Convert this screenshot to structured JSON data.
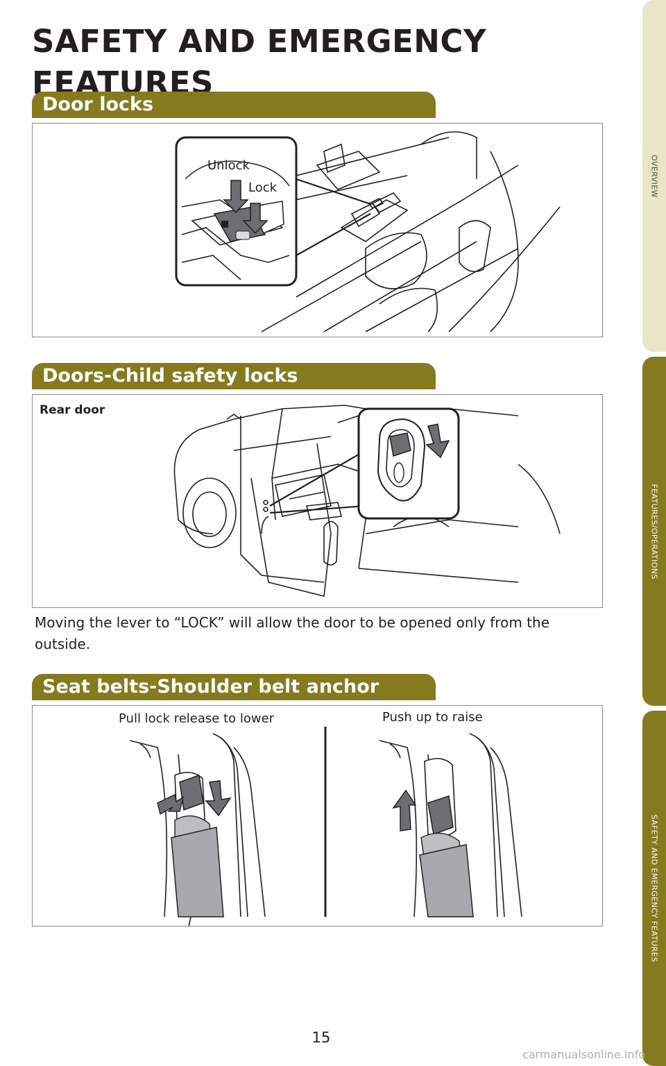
{
  "page": {
    "title": "SAFETY AND EMERGENCY FEATURES",
    "page_number": "15"
  },
  "sections": {
    "door_locks": {
      "header": "Door locks",
      "unlock_label": "Unlock",
      "lock_label": "Lock"
    },
    "child_locks": {
      "header": "Doors-Child safety locks",
      "rear_door_label": "Rear door",
      "description": "Moving the lever to “LOCK” will allow the door to be opened only from the outside."
    },
    "belt_anchor": {
      "header": "Seat belts-Shoulder belt anchor",
      "lower_label": "Pull lock release to lower",
      "raise_label": "Push up to raise"
    }
  },
  "side_tabs": [
    {
      "label": "OVERVIEW",
      "active": false
    },
    {
      "label": "FEATURES/OPERATIONS",
      "active": false
    },
    {
      "label": "SAFETY AND EMERGENCY FEATURES",
      "active": true
    }
  ],
  "watermark": "carmanualsonline.info",
  "colors": {
    "accent": "#857a1e",
    "tab_inactive": "#e9e6c7",
    "text": "#231f20"
  }
}
